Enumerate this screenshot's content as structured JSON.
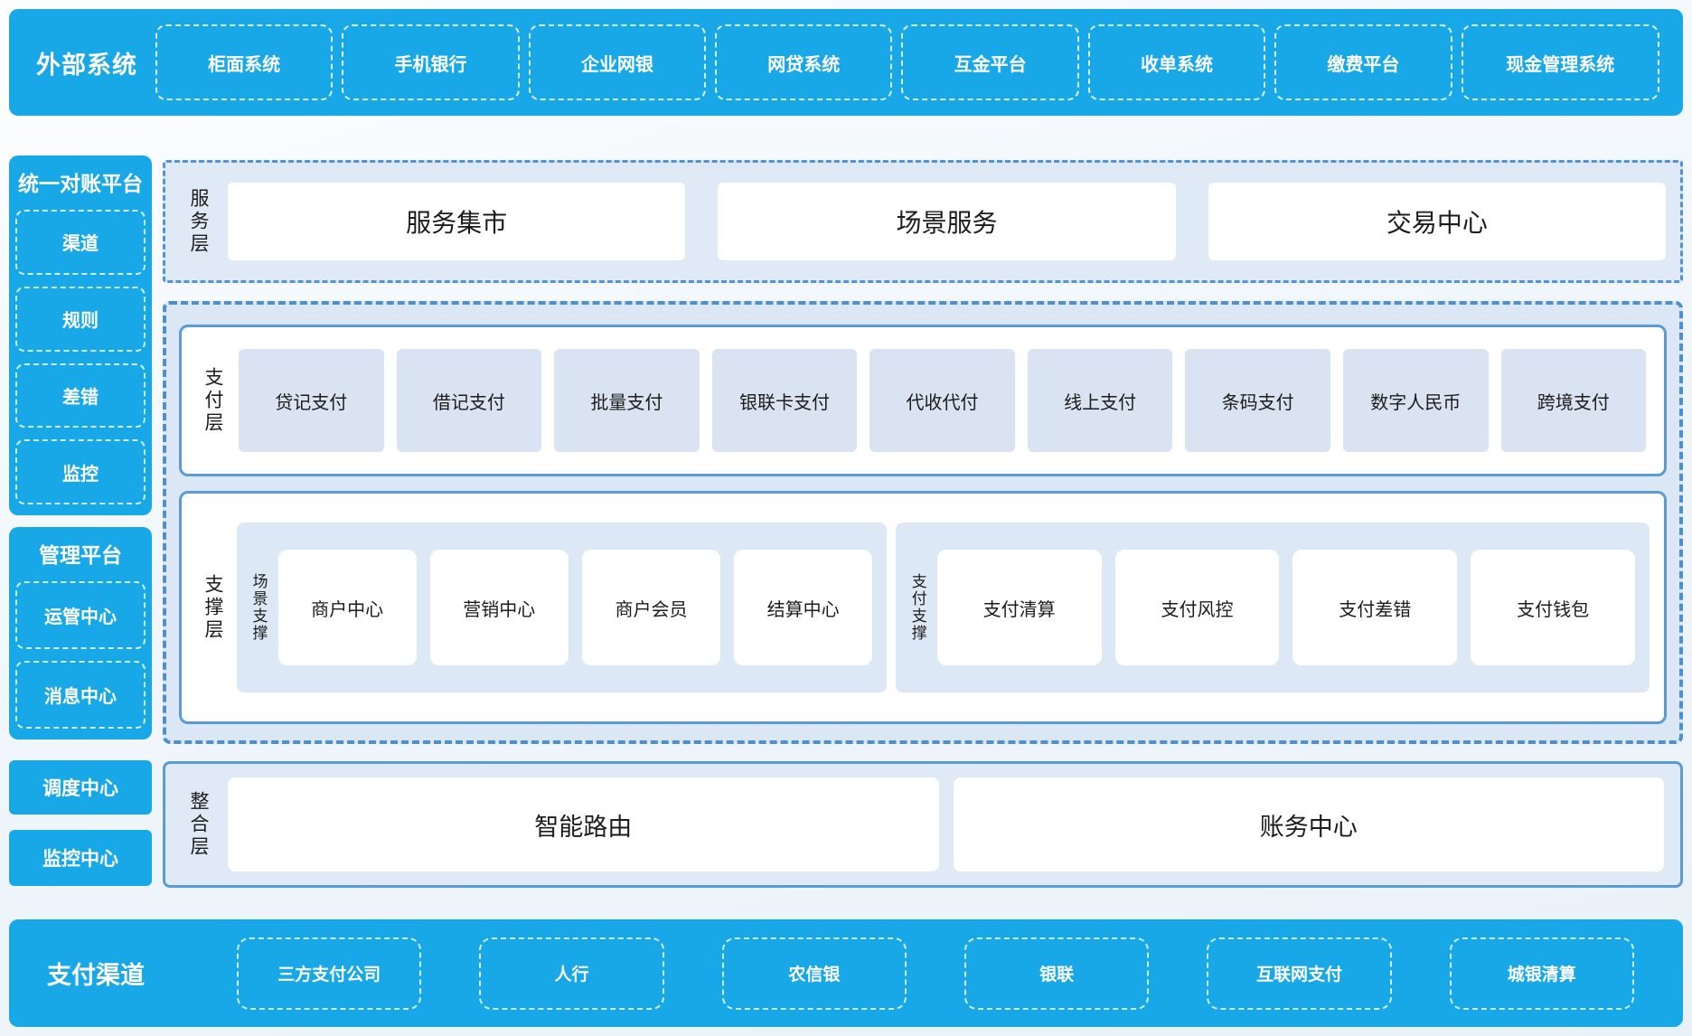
{
  "palette": {
    "brand_blue": "#18a8e8",
    "panel_light_blue": "#dbe7f4",
    "item_light_blue": "#d9e3f1",
    "dashed_border_blue": "#4e8fd0",
    "solid_border_blue": "#5b9bd5",
    "dark_text": "#1c1c1c"
  },
  "external_systems": {
    "label": "外部系统",
    "items": [
      "柜面系统",
      "手机银行",
      "企业网银",
      "网贷系统",
      "互金平台",
      "收单系统",
      "缴费平台",
      "现金管理系统"
    ]
  },
  "sidebar": {
    "reconciliation": {
      "title": "统一对账平台",
      "items": [
        "渠道",
        "规则",
        "差错",
        "监控"
      ]
    },
    "management": {
      "title": "管理平台",
      "items": [
        "运管中心",
        "消息中心"
      ]
    },
    "standalone": [
      "调度中心",
      "监控中心"
    ]
  },
  "service_layer": {
    "label": "服务层",
    "items": [
      "服务集市",
      "场景服务",
      "交易中心"
    ]
  },
  "payment_layer": {
    "label": "支付层",
    "items": [
      "贷记支付",
      "借记支付",
      "批量支付",
      "银联卡支付",
      "代收代付",
      "线上支付",
      "条码支付",
      "数字人民币",
      "跨境支付"
    ]
  },
  "support_layer": {
    "label": "支撑层",
    "groups": [
      {
        "label": "场景支撑",
        "items": [
          "商户中心",
          "营销中心",
          "商户会员",
          "结算中心"
        ]
      },
      {
        "label": "支付支撑",
        "items": [
          "支付清算",
          "支付风控",
          "支付差错",
          "支付钱包"
        ]
      }
    ]
  },
  "integration_layer": {
    "label": "整合层",
    "items": [
      "智能路由",
      "账务中心"
    ]
  },
  "payment_channels": {
    "label": "支付渠道",
    "items": [
      "三方支付公司",
      "人行",
      "农信银",
      "银联",
      "互联网支付",
      "城银清算"
    ]
  }
}
